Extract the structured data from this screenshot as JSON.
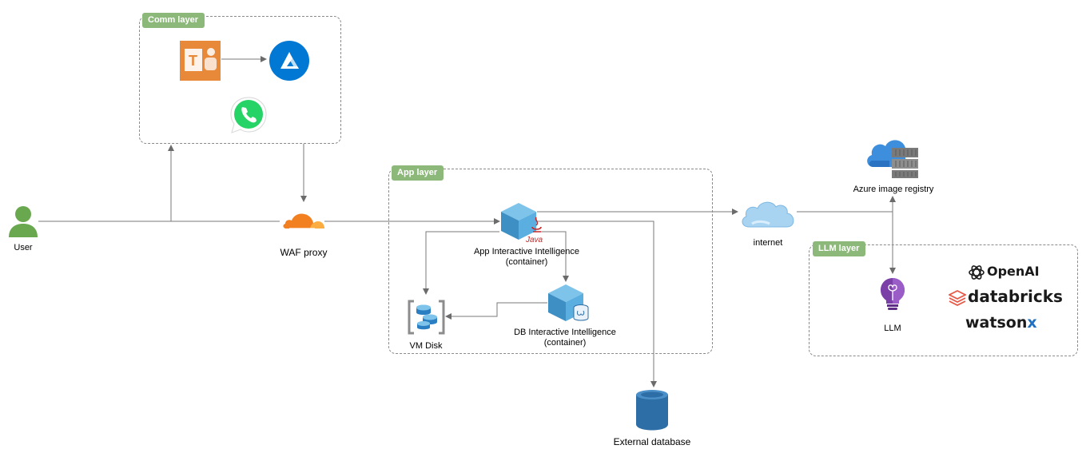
{
  "groups": {
    "comm": "Comm layer",
    "app": "App layer",
    "llm": "LLM layer"
  },
  "nodes": {
    "user": "User",
    "waf": "WAF proxy",
    "app_line1": "App Interactive Intelligence",
    "app_line2": "(container)",
    "java": "Java",
    "db_line1": "DB Interactive Intelligence",
    "db_line2": "(container)",
    "vm_disk": "VM Disk",
    "external_db": "External database",
    "internet": "internet",
    "azure_registry": "Azure image registry",
    "llm": "LLM"
  },
  "brands": {
    "openai": "OpenAI",
    "databricks": "databricks",
    "watsonx_main": "watson",
    "watsonx_x": "x"
  },
  "colors": {
    "group_tag": "#8cb87a",
    "user": "#6aa84f",
    "waf": "#f38020",
    "teams": "#e8893a",
    "azure": "#0078d4",
    "whatsapp": "#25d366",
    "container": "#4a9fd1",
    "database": "#2e6ea6",
    "cloud": "#a8d4f2",
    "llm": "#7b3fa8",
    "watsonx_x": "#1f70c1"
  }
}
